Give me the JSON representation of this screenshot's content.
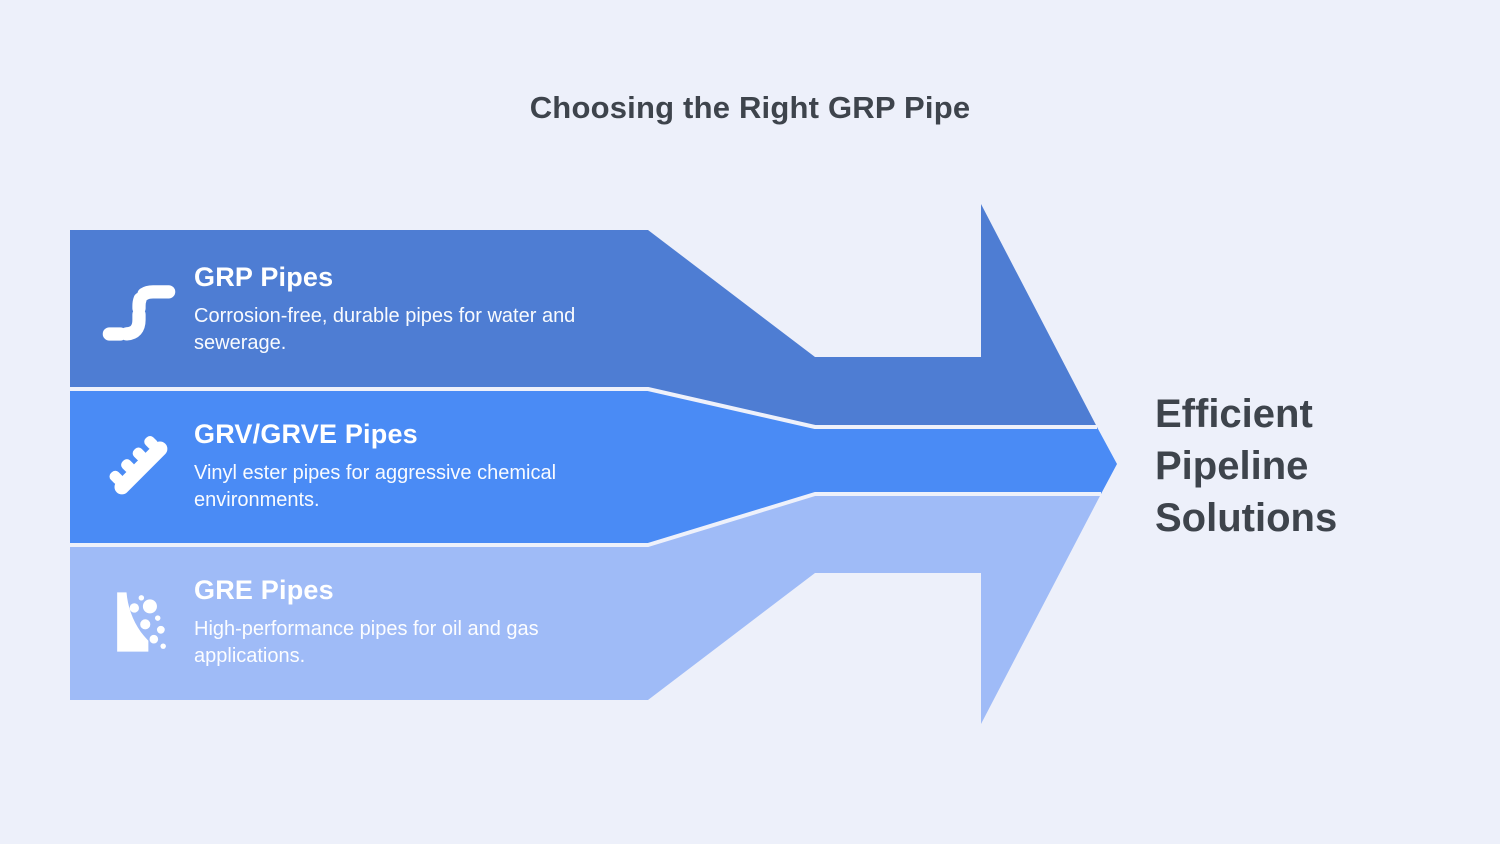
{
  "title": "Choosing the Right GRP Pipe",
  "outcome": "Efficient Pipeline Solutions",
  "steps": [
    {
      "heading": "GRP Pipes",
      "description": "Corrosion-free, durable pipes for water and sewerage.",
      "icon": "pipe-icon",
      "color": "#4e7dd3"
    },
    {
      "heading": "GRV/GRVE Pipes",
      "description": "Vinyl ester pipes for aggressive chemical environments.",
      "icon": "pipe-fitting-icon",
      "color": "#4a8bf5"
    },
    {
      "heading": "GRE Pipes",
      "description": "High-performance pipes for oil and gas applications.",
      "icon": "oil-spill-icon",
      "color": "#9fbbf7"
    }
  ],
  "colors": {
    "background": "#edf0fa",
    "band1": "#4e7dd3",
    "band2": "#4a8bf5",
    "band3": "#9fbbf7",
    "separator": "#eef1fb",
    "heading_text": "#ffffff",
    "title_text": "#3e444c"
  }
}
